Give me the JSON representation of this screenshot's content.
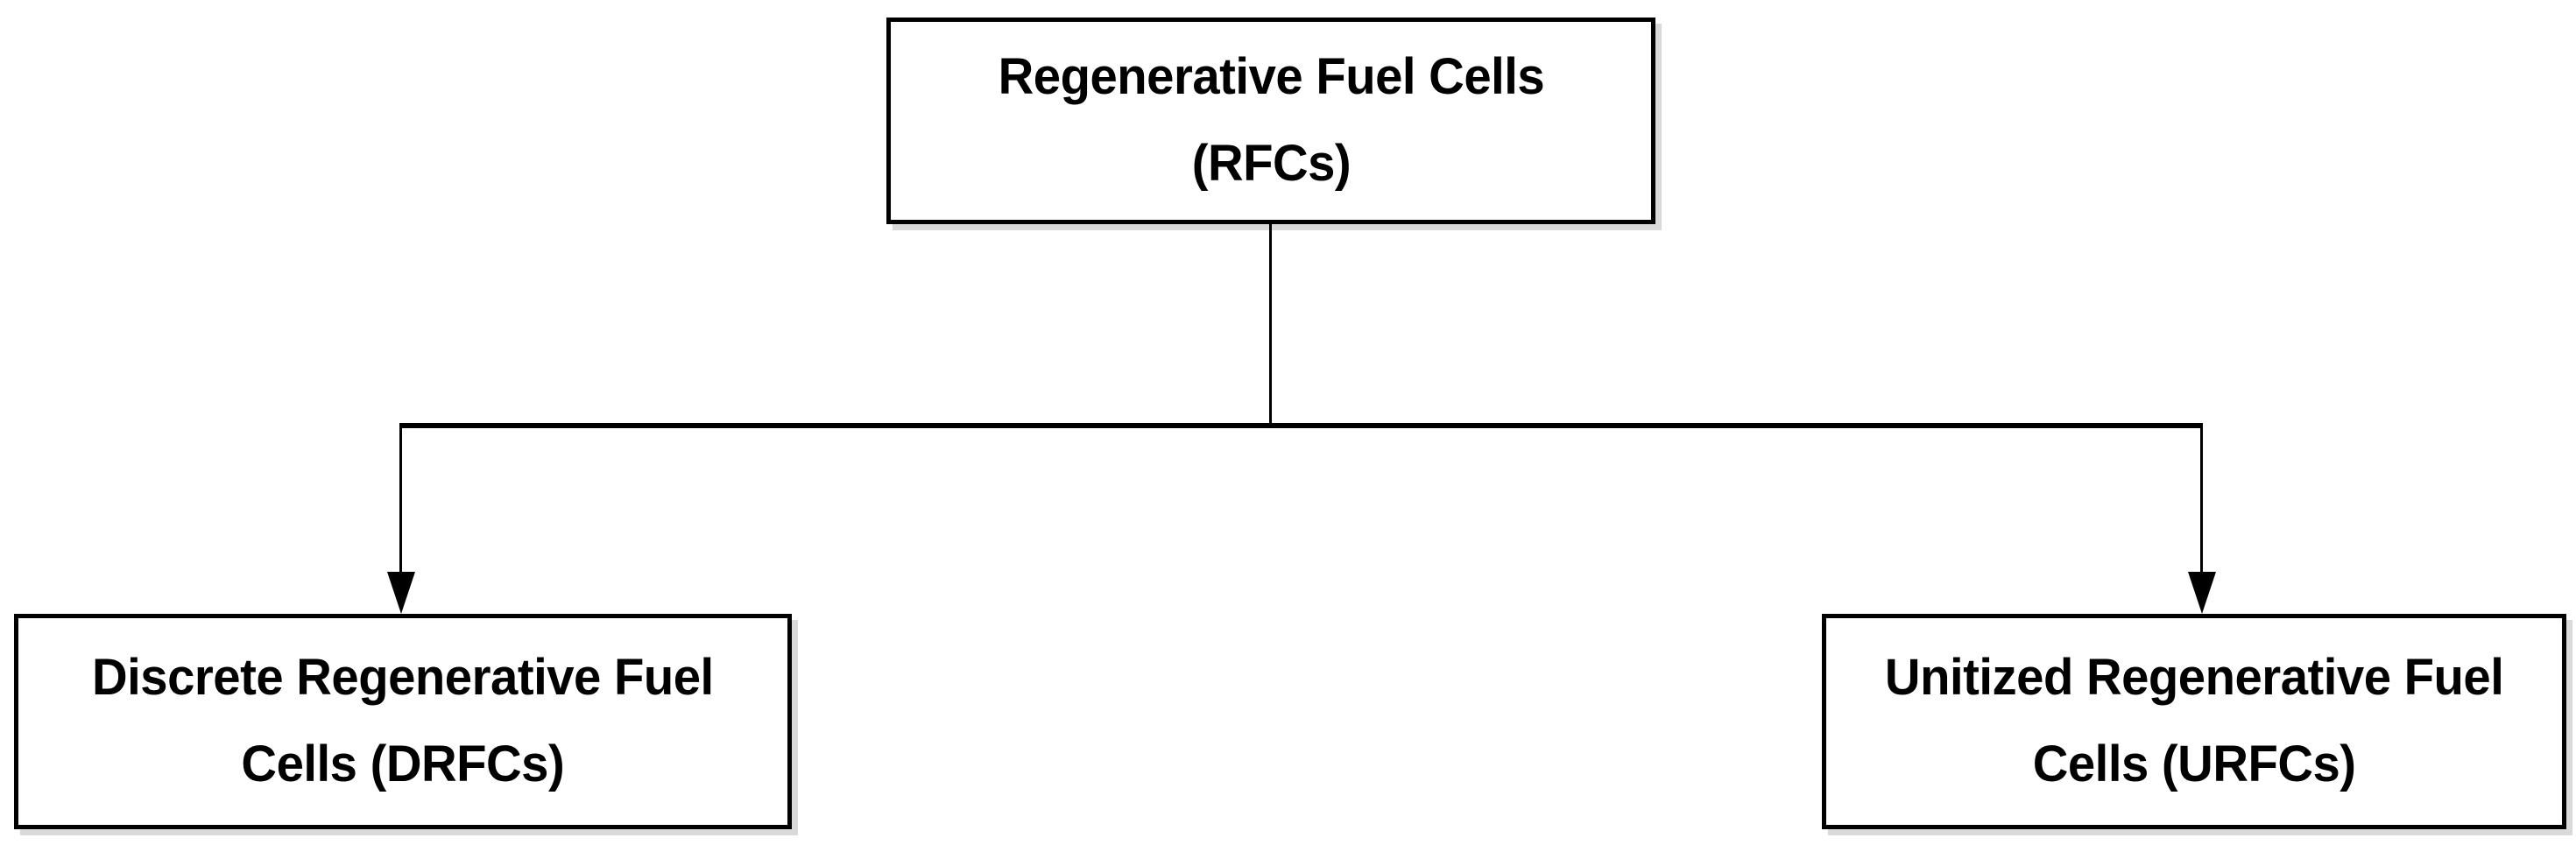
{
  "diagram": {
    "type": "hierarchy",
    "nodes": {
      "root": {
        "label": "Regenerative Fuel Cells\n(RFCs)"
      },
      "left": {
        "label": "Discrete Regenerative Fuel\nCells (DRFCs)"
      },
      "right": {
        "label": "Unitized Regenerative Fuel\nCells (URFCs)"
      }
    },
    "edges": [
      {
        "from": "Regenerative Fuel Cells (RFCs)",
        "to": "Discrete Regenerative Fuel Cells (DRFCs)",
        "style": "arrow-down"
      },
      {
        "from": "Regenerative Fuel Cells (RFCs)",
        "to": "Unitized Regenerative Fuel Cells (URFCs)",
        "style": "arrow-down"
      }
    ],
    "colors": {
      "background": "#ffffff",
      "node_fill": "#ffffff",
      "node_border": "#000000",
      "text": "#000000",
      "connector": "#000000",
      "shadow": "#d9d9d9"
    }
  }
}
